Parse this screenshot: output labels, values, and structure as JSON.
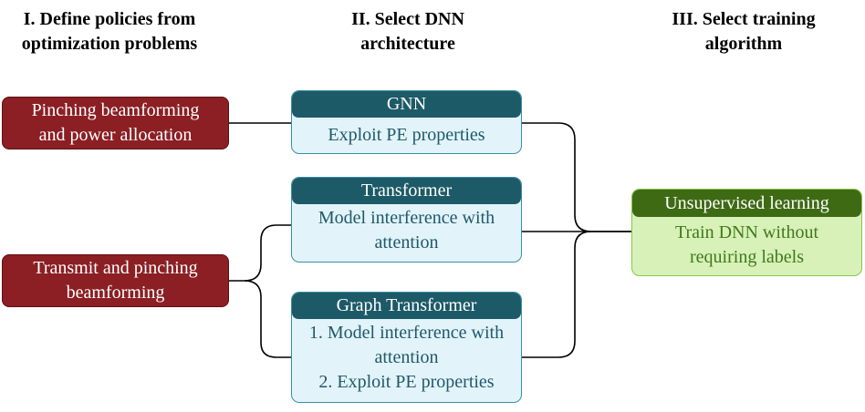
{
  "headers": {
    "col1": "I. Define policies from\noptimization problems",
    "col2": "II. Select DNN\narchitecture",
    "col3": "III. Select training\nalgorithm"
  },
  "policies": [
    {
      "lines": [
        "Pinching beamforming",
        "and power allocation"
      ]
    },
    {
      "lines": [
        "Transmit and pinching",
        "beamforming"
      ]
    }
  ],
  "architectures": [
    {
      "title": "GNN",
      "lines": [
        "Exploit PE properties"
      ]
    },
    {
      "title": "Transformer",
      "lines": [
        "Model interference with",
        "attention"
      ]
    },
    {
      "title": "Graph Transformer",
      "lines": [
        "1. Model interference with",
        "attention",
        "2. Exploit PE properties"
      ]
    }
  ],
  "algorithm": {
    "title": "Unsupervised learning",
    "lines": [
      "Train DNN without",
      "requiring labels"
    ]
  },
  "colors": {
    "policy": "#8b1f24",
    "arch_header": "#1d5a68",
    "arch_body": "#e2f3fa",
    "algo_header": "#3f6a14",
    "algo_body": "#d8f1b8"
  }
}
